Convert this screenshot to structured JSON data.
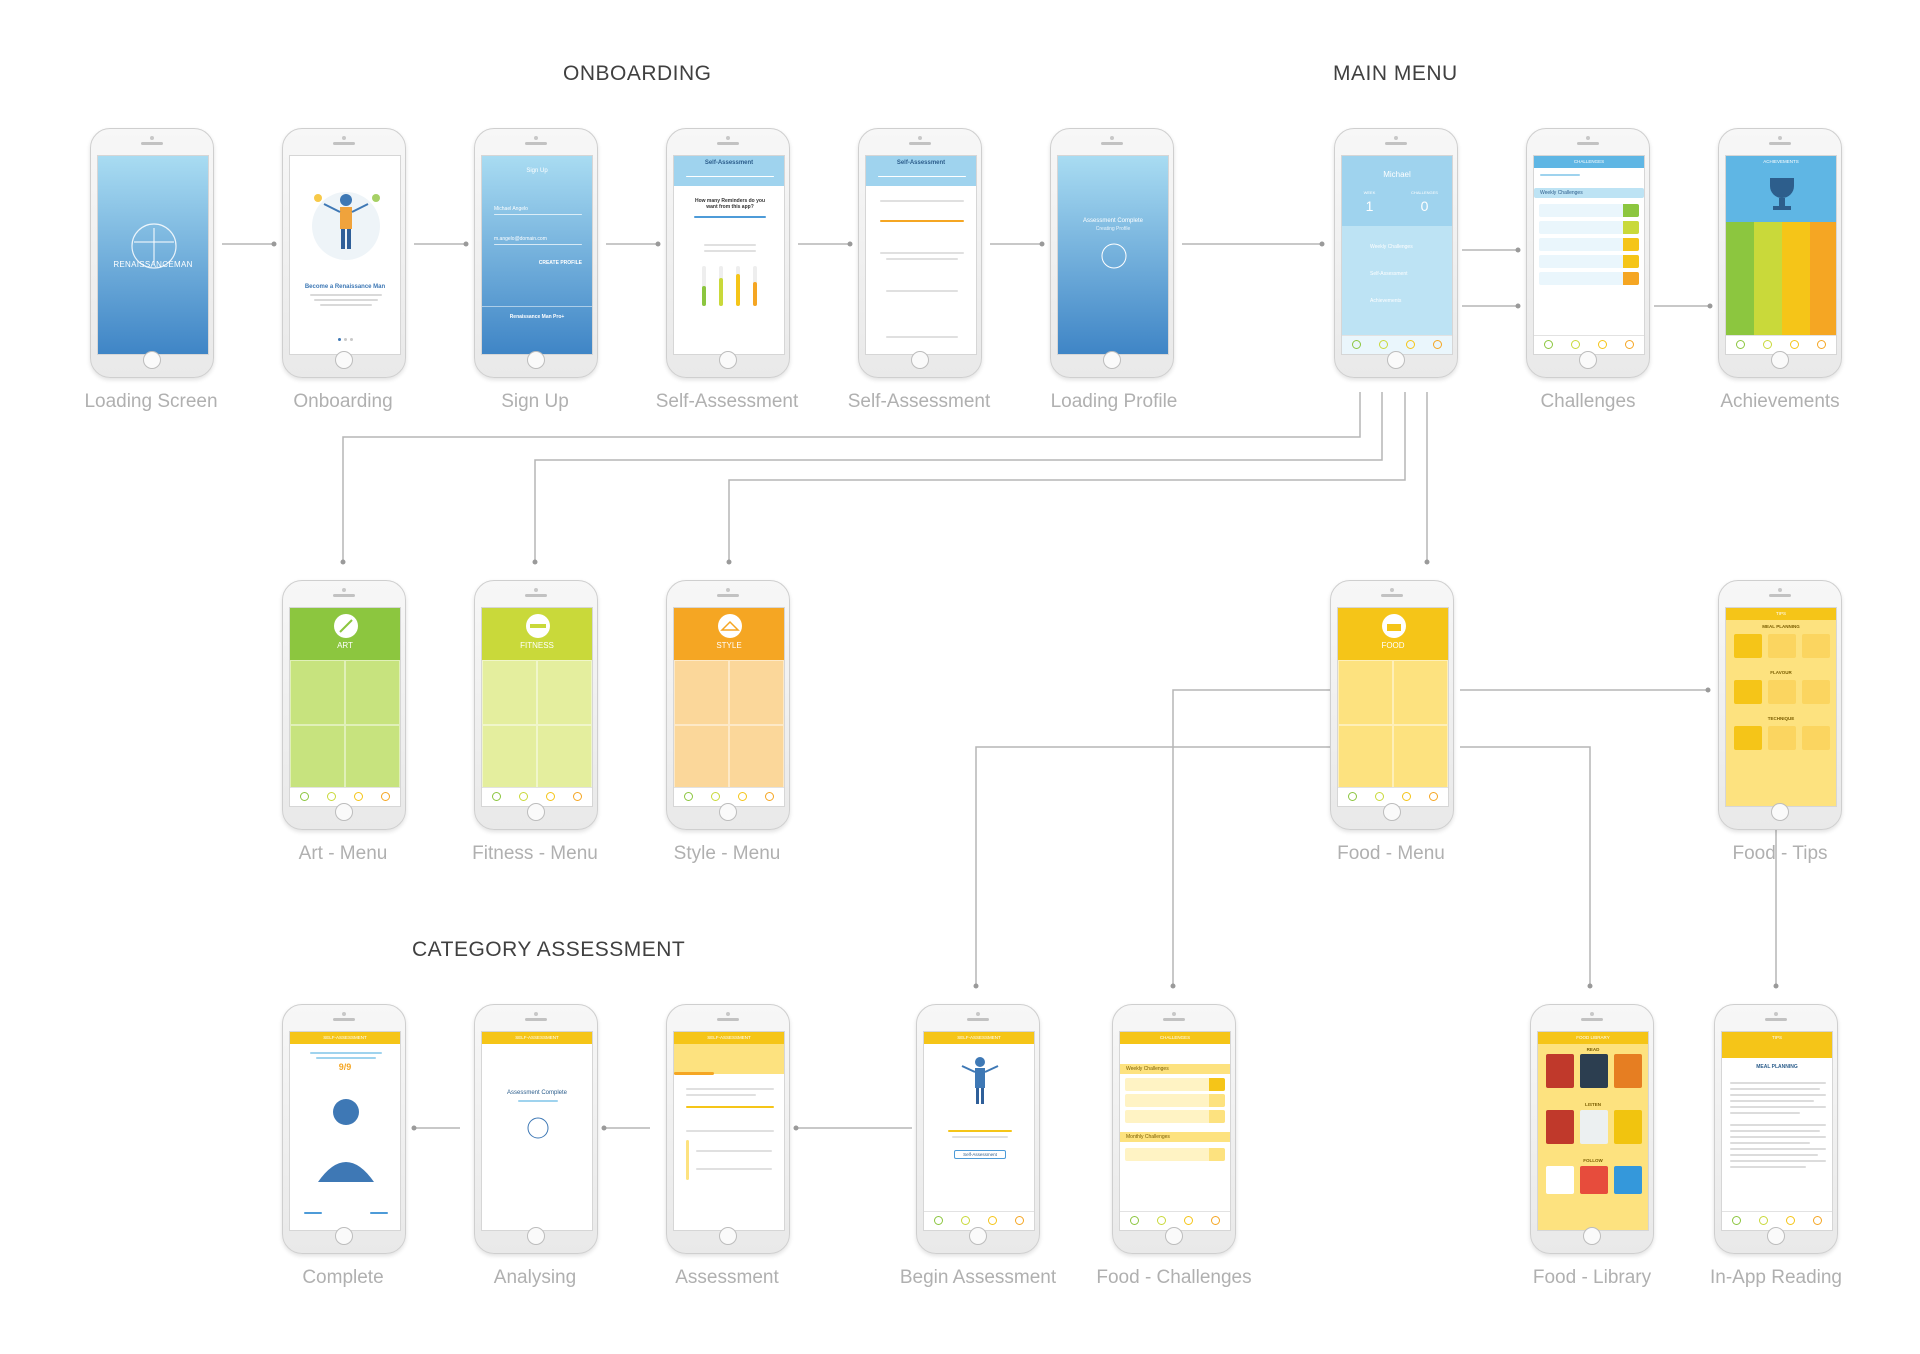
{
  "sections": {
    "onboarding": "ONBOARDING",
    "main_menu": "MAIN MENU",
    "category_assessment": "CATEGORY ASSESSMENT"
  },
  "screens": {
    "loading_screen": {
      "caption": "Loading Screen",
      "logo_text": "RENAISSANCEMAN"
    },
    "onboarding": {
      "caption": "Onboarding",
      "title": "Become a Renaissance Man"
    },
    "sign_up": {
      "caption": "Sign Up",
      "title": "Sign Up",
      "name_value": "Michael Angelo",
      "email_value": "m.angelo@domain.com",
      "create_profile": "CREATE PROFILE",
      "pro_title": "Renaissance Man Pro+"
    },
    "self_assessment_1": {
      "caption": "Self-Assessment",
      "title": "Self-Assessment",
      "question": "How many Reminders do you want from this app?"
    },
    "self_assessment_2": {
      "caption": "Self-Assessment",
      "title": "Self-Assessment"
    },
    "loading_profile": {
      "caption": "Loading Profile",
      "title": "Assessment Complete",
      "subtitle": "Creating Profile"
    },
    "main_menu": {
      "caption": "",
      "user_name": "Michael",
      "week_label": "WEEK",
      "week_value": "1",
      "challenges_label": "CHALLENGES",
      "challenges_value": "0",
      "items": [
        "Weekly Challenges",
        "Self-Assessment",
        "Achievements"
      ]
    },
    "challenges": {
      "caption": "Challenges",
      "title": "CHALLENGES",
      "section": "Weekly Challenges"
    },
    "achievements": {
      "caption": "Achievements",
      "title": "ACHIEVEMENTS"
    },
    "art_menu": {
      "caption": "Art - Menu",
      "title": "ART"
    },
    "fitness_menu": {
      "caption": "Fitness - Menu",
      "title": "FITNESS"
    },
    "style_menu": {
      "caption": "Style - Menu",
      "title": "STYLE"
    },
    "food_menu": {
      "caption": "Food - Menu",
      "title": "FOOD"
    },
    "food_tips": {
      "caption": "Food - Tips",
      "title": "TIPS",
      "groups": [
        "MEAL PLANNING",
        "FLAVOUR",
        "TECHNIQUE"
      ]
    },
    "complete": {
      "caption": "Complete",
      "title": "SELF-ASSESSMENT",
      "score": "9/9"
    },
    "analysing": {
      "caption": "Analysing",
      "title": "SELF-ASSESSMENT",
      "message": "Assessment Complete"
    },
    "assessment": {
      "caption": "Assessment",
      "title": "SELF-ASSESSMENT"
    },
    "begin_assessment": {
      "caption": "Begin Assessment",
      "title": "SELF-ASSESSMENT",
      "button": "Self-Assessment"
    },
    "food_challenges": {
      "caption": "Food - Challenges",
      "title": "CHALLENGES",
      "section1": "Weekly Challenges",
      "section2": "Monthly Challenges"
    },
    "food_library": {
      "caption": "Food - Library",
      "title": "FOOD LIBRARY",
      "groups": [
        "READ",
        "LISTEN",
        "FOLLOW"
      ]
    },
    "in_app_reading": {
      "caption": "In-App Reading",
      "title": "TIPS",
      "heading": "MEAL PLANNING"
    }
  },
  "main_menu_caption_hidden": true
}
